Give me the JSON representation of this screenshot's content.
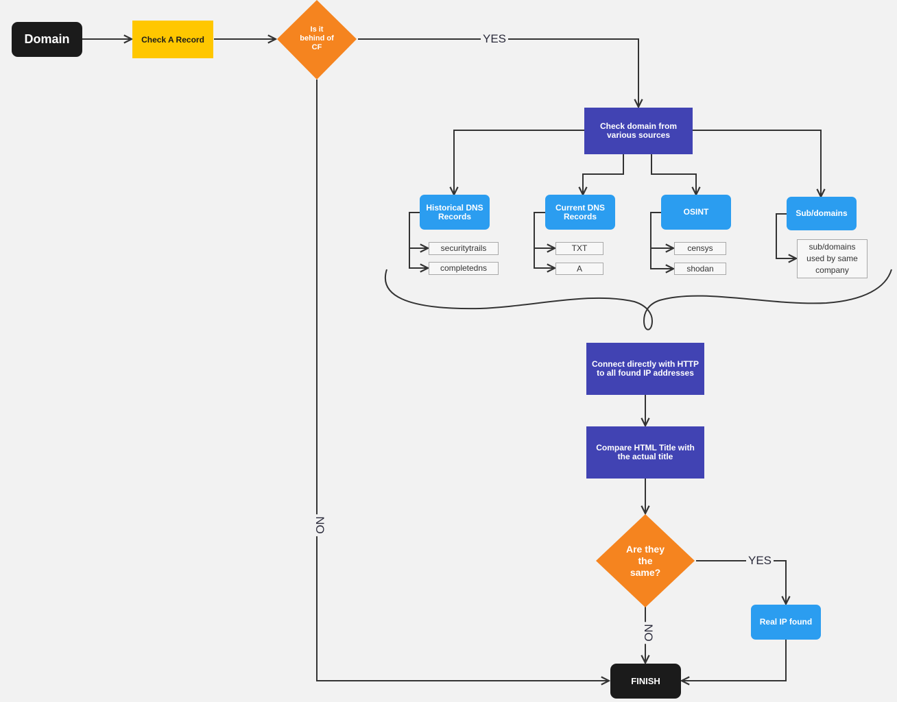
{
  "nodes": {
    "domain": "Domain",
    "check_a_record": "Check A Record",
    "is_cf": "Is it\nbehind of\nCF",
    "check_sources": "Check domain from\nvarious sources",
    "historical_dns": "Historical DNS\nRecords",
    "current_dns": "Current DNS\nRecords",
    "osint": "OSINT",
    "subdomains": "Sub/domains",
    "connect_http": "Connect directly with HTTP\nto all found IP addresses",
    "compare_title": "Compare HTML Title with\nthe actual title",
    "same": "Are they\nthe\nsame?",
    "real_ip": "Real IP found",
    "finish": "FINISH"
  },
  "leaves": {
    "historical": [
      "securitytrails",
      "completedns"
    ],
    "current": [
      "TXT",
      "A"
    ],
    "osint": [
      "censys",
      "shodan"
    ],
    "subdomains": [
      "sub/domains\nused by same\ncompany"
    ]
  },
  "edge_labels": {
    "cf_yes": "YES",
    "cf_no": "NO",
    "same_yes": "YES",
    "same_no": "NO"
  },
  "colors": {
    "terminal": "#1b1b1b",
    "yellow": "#ffc700",
    "orange": "#f5841f",
    "indigo": "#4143b3",
    "blue": "#2b9df0",
    "line": "#333333"
  }
}
